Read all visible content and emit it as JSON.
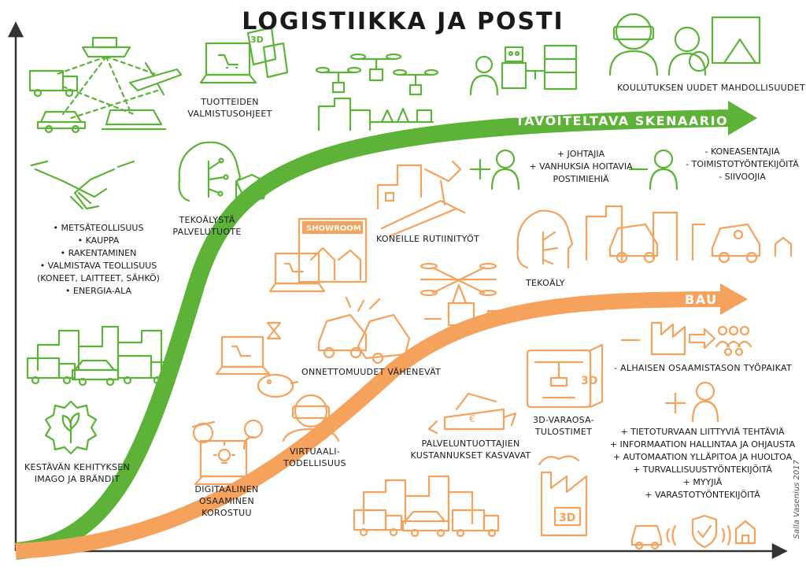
{
  "title": "LOGISTIIKKA JA POSTI",
  "colors": {
    "green": "#5cb338",
    "orange": "#f5a25d",
    "ink": "#1a1a1a"
  },
  "arrows": {
    "target": "TAVOITELTAVA SKENAARIO",
    "bau": "BAU"
  },
  "labels": {
    "product_instructions": [
      "TUOTTEIDEN",
      "VALMISTUSOHJEET"
    ],
    "training": "KOULUTUKSEN UUDET MAHDOLLISUUDET",
    "ai_service": [
      "TEKOÄLYSTÄ",
      "PALVELUTUOTE"
    ],
    "routine_work": "KONEILLE RUTIINITYÖT",
    "ai": "TEKOÄLY",
    "accidents": "ONNETTOMUUDET VÄHENEVÄT",
    "virtual_reality": [
      "VIRTUAALI-",
      "TODELLISUUS"
    ],
    "digital_skills": [
      "DIGITAALINEN OSAAMINEN",
      "KOROSTUU"
    ],
    "provider_costs": [
      "PALVELUNTUOTTAJIEN",
      "KUSTANNUKSET KASVAVAT"
    ],
    "printers_3d": [
      "3D-VARAOSA-",
      "TULOSTIMET"
    ],
    "sustainability": [
      "KESTÄVÄN KEHITYKSEN",
      "IMAGO JA BRÄNDIT"
    ],
    "low_skill_jobs": "- ALHAISEN OSAAMISTASON TYÖPAIKAT",
    "showroom": "SHOWROOM",
    "badge_3d": "3D"
  },
  "plus_jobs": [
    "+ JOHTAJIA",
    "+ VANHUKSIA HOITAVIA",
    "POSTIMIEHIÄ"
  ],
  "minus_jobs": [
    "- KONEASENTAJIA",
    "- TOIMISTOTYÖNTEKIJÖITÄ",
    "- SIIVOOJIA"
  ],
  "industries": [
    "• METSÄTEOLLISUUS",
    "• KAUPPA",
    "• RAKENTAMINEN",
    "• VALMISTAVA TEOLLISUUS",
    "(KONEET, LAITTEET, SÄHKÖ)",
    "• ENERGIA-ALA"
  ],
  "new_jobs": [
    "+ TIETOTURVAAN LIITTYVIÄ TEHTÄVIÄ",
    "+ INFORMAATION HALLINTAA JA OHJAUSTA",
    "+ AUTOMAATION YLLÄPITOA JA HUOLTOA",
    "+ TURVALLISUUSTYÖNTEKIJÖITÄ",
    "+ MYYJIÄ",
    "+ VARASTOTYÖNTEKIJÖITÄ"
  ],
  "signature": "Salla Vasenius 2017"
}
